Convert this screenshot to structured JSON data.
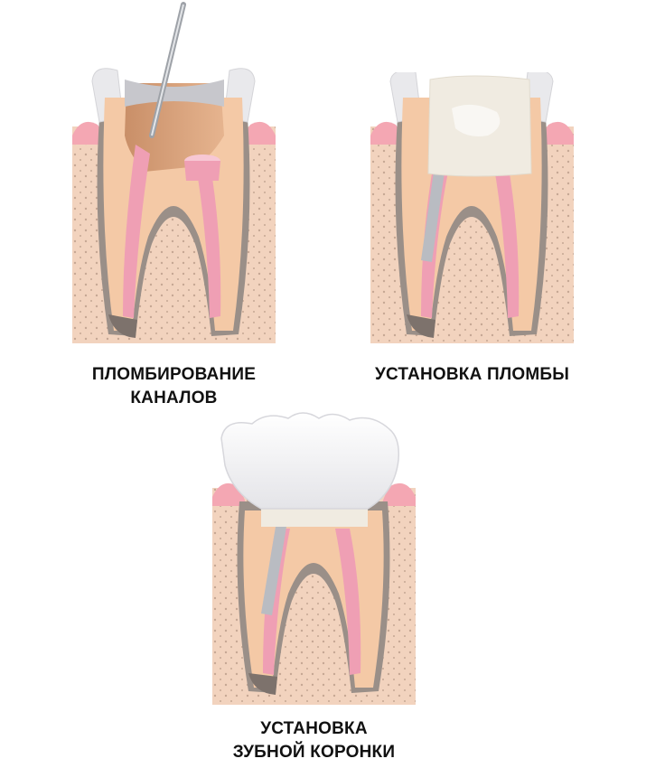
{
  "captions": {
    "canal_filling": [
      "ПЛОМБИРОВАНИЕ",
      "КАНАЛОВ"
    ],
    "filling_placement": [
      "УСТАНОВКА ПЛОМБЫ"
    ],
    "crown_placement": [
      "УСТАНОВКА",
      "ЗУБНОЙ КОРОНКИ"
    ]
  },
  "colors": {
    "background": "#ffffff",
    "bone": "#f2d3be",
    "bone_dots": "#a88a78",
    "dentin": "#f4c9a6",
    "ligament_gray": "#9a8f88",
    "gum": "#f4a7b3",
    "pulp_canal": "#ef9fb4",
    "pulp_canal_light": "#f7c7d4",
    "enamel": "#e9e9ec",
    "filling": "#f0ebe1",
    "post_metal": "#b9bcc2",
    "crown": "#f6f6f7",
    "text": "#111111"
  }
}
